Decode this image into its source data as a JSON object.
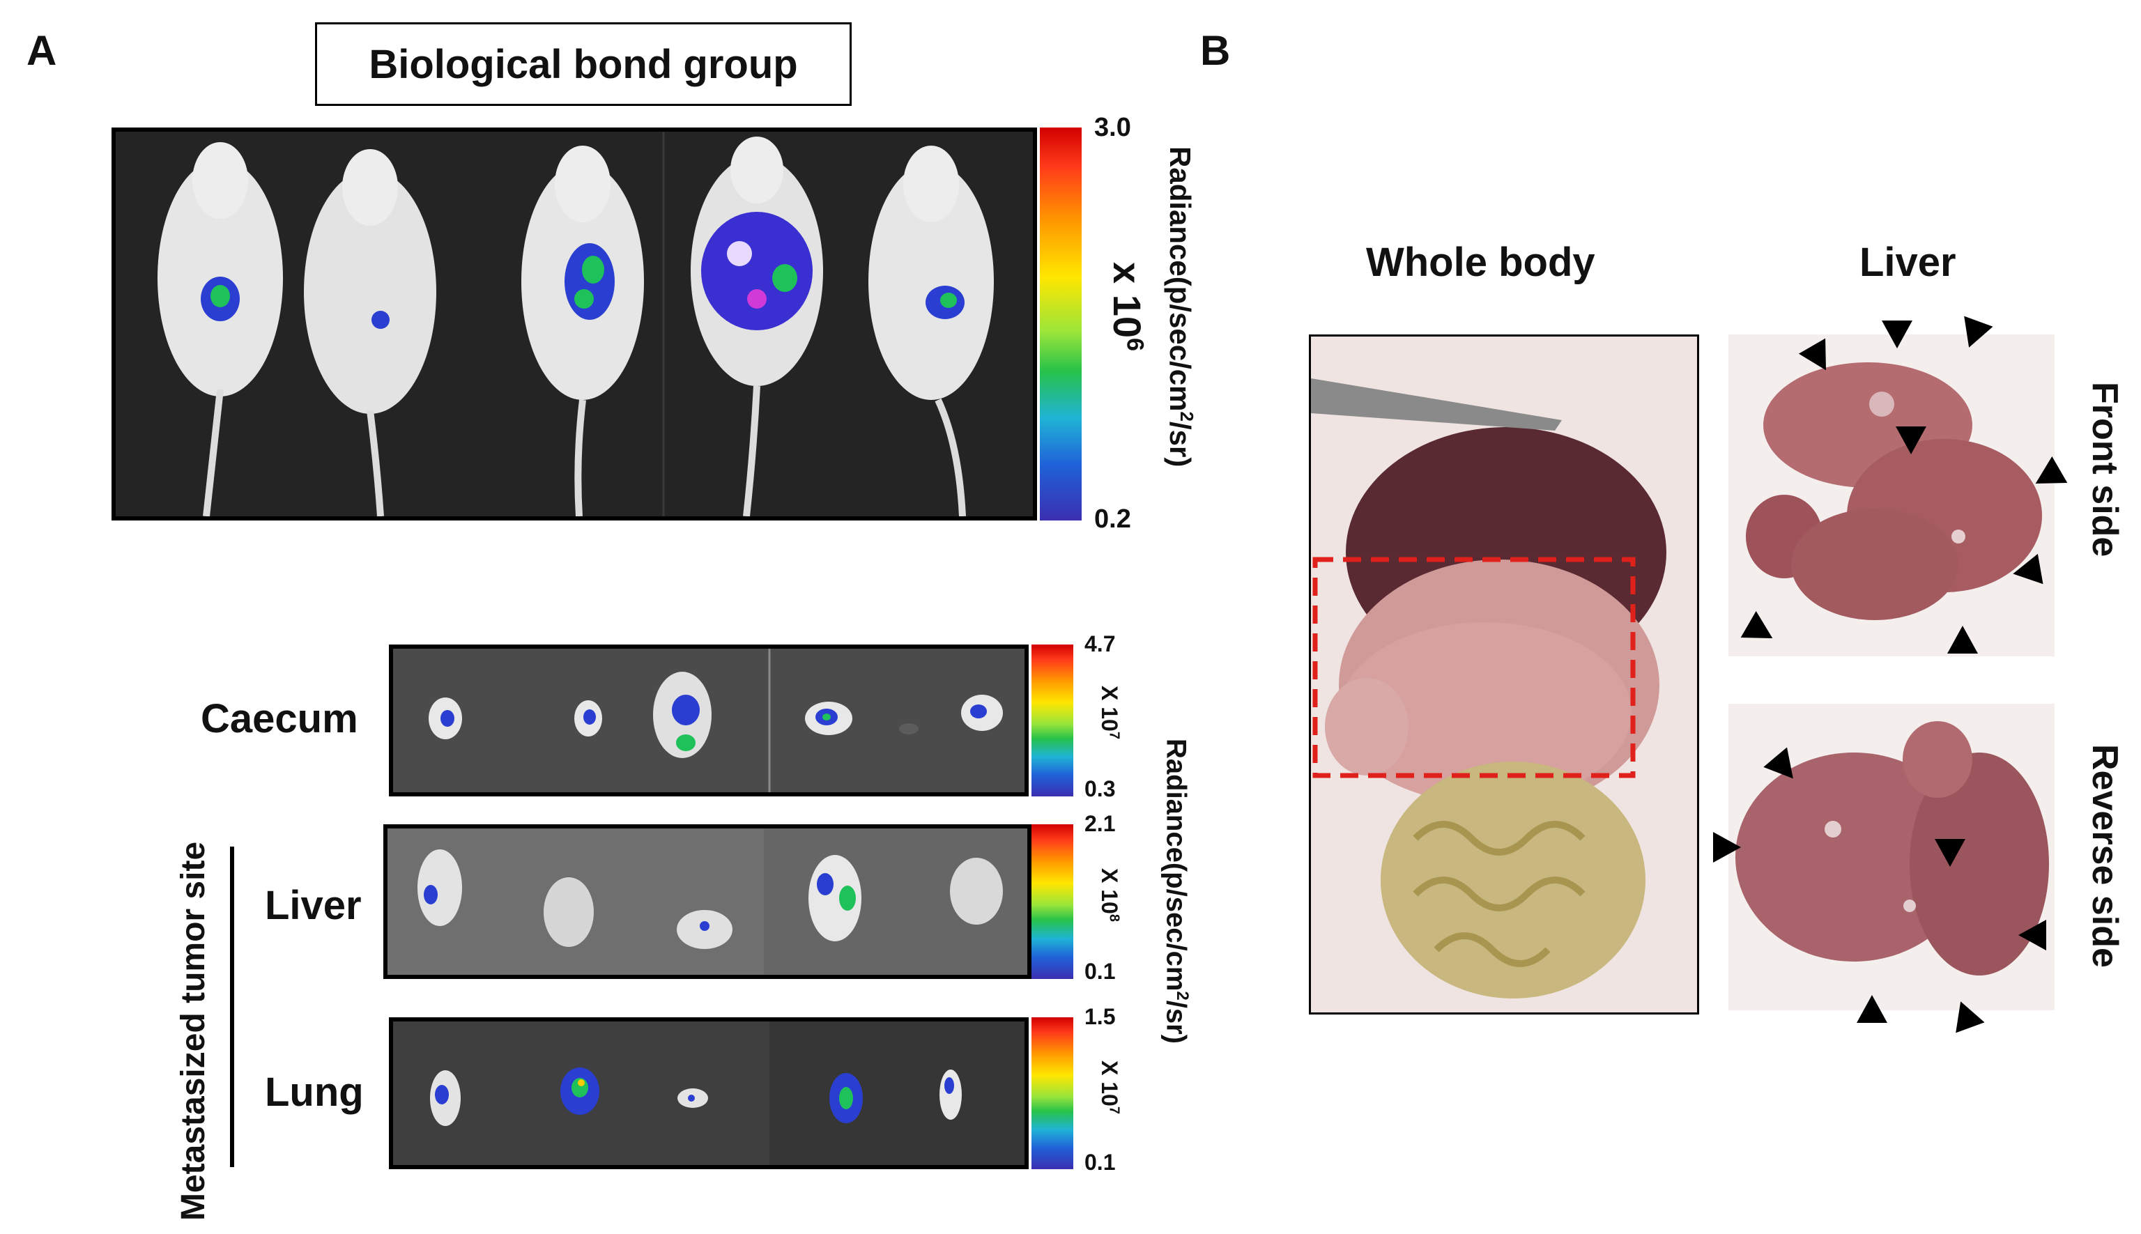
{
  "panels": {
    "a_label": "A",
    "b_label": "B"
  },
  "panel_a": {
    "title": "Biological bond group",
    "top_scale": {
      "max": "3.0",
      "min": "0.2",
      "multiplier": "x 10",
      "exponent": "6",
      "unit": "Radiance(p/sec/cm",
      "unit_sup": "2",
      "unit_tail": "/sr)"
    },
    "organ_rows": [
      {
        "label": "Caecum",
        "max": "4.7",
        "min": "0.3",
        "multiplier": "X 10",
        "exponent": "7"
      },
      {
        "label": "Liver",
        "max": "2.1",
        "min": "0.1",
        "multiplier": "X 10",
        "exponent": "8"
      },
      {
        "label": "Lung",
        "max": "1.5",
        "min": "0.1",
        "multiplier": "X 10",
        "exponent": "7"
      }
    ],
    "side_label": "Metastasized tumor site",
    "organ_unit": "Radiance(p/sec/cm",
    "organ_unit_sup": "2",
    "organ_unit_tail": "/sr)"
  },
  "panel_b": {
    "whole_body": "Whole body",
    "liver": "Liver",
    "front_side": "Front side",
    "reverse_side": "Reverse side"
  },
  "colors": {
    "frame": "#000000",
    "dashed_box": "#e0201b",
    "tissue": "#b56e72"
  }
}
